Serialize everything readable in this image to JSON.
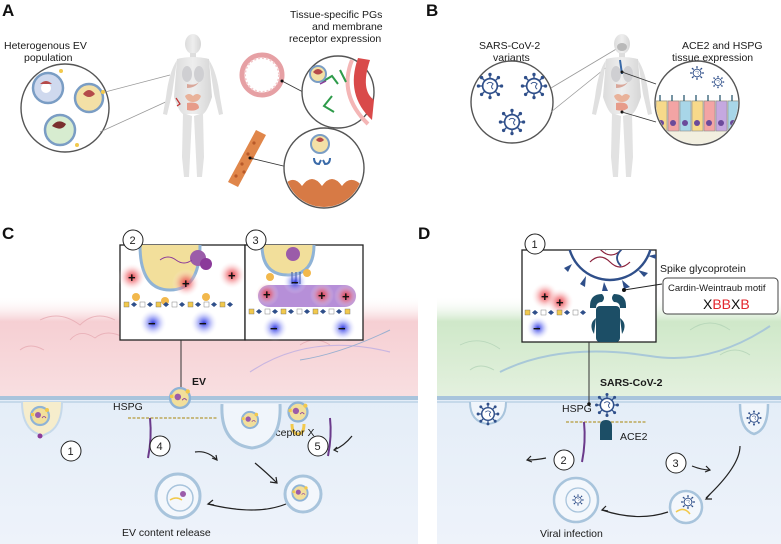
{
  "panels": {
    "a": {
      "letter": "A",
      "ev_label_line1": "Heterogenous EV",
      "ev_label_line2": "population",
      "pg_label_line1": "Tissue-specific PGs",
      "pg_label_line2": "and membrane",
      "pg_label_line3": "receptor expression"
    },
    "b": {
      "letter": "B",
      "virus_label_line1": "SARS-CoV-2",
      "virus_label_line2": "variants",
      "tissue_label_line1": "ACE2 and HSPG",
      "tissue_label_line2": "tissue expression"
    },
    "c": {
      "letter": "C",
      "inset_left_number": "2",
      "inset_right_number": "3",
      "ev_label": "EV",
      "hspg_label": "HSPG",
      "receptor_label": "Receptor X",
      "step_1": "1",
      "step_4": "4",
      "step_5": "5",
      "release_label": "EV content release"
    },
    "d": {
      "letter": "D",
      "inset_number": "1",
      "spike_label": "Spike glycoprotein",
      "motif_title": "Cardin-Weintraub motif",
      "motif_parts": [
        "X",
        "BB",
        "X",
        "B"
      ],
      "virus_label": "SARS-CoV-2",
      "hspg_label": "HSPG",
      "ace2_label": "ACE2",
      "step_2": "2",
      "step_3": "3",
      "infection_label": "Viral infection"
    }
  },
  "charges": {
    "positive": "+",
    "negative": "−"
  },
  "colors": {
    "ev_pink": "#f4c9cf",
    "virus_green": "#d7ecd0",
    "cytoplasm_blue": "#e6eef9",
    "ev_yellow": "#f2df9b",
    "membrane_blue": "#a8c4dc",
    "spike_navy": "#2f4f8a",
    "ace2_teal": "#1c4e66",
    "heparan_yellow": "#f2c94c",
    "pos_glow": "#e0303a",
    "neg_glow": "#2f3fe0",
    "proteoglycan_purple": "#8b3a9a"
  }
}
